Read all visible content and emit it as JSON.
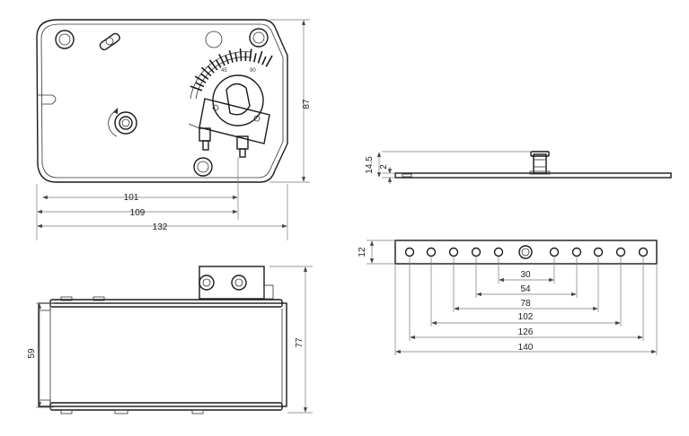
{
  "drawing": {
    "top_view": {
      "dim_101": "101",
      "dim_109": "109",
      "dim_132": "132",
      "dim_87": "87",
      "scale_mark_45": "45",
      "scale_mark_90": "90"
    },
    "side_view": {
      "dim_59": "59",
      "dim_77": "77"
    },
    "bracket_side": {
      "dim_14_5": "14.5",
      "dim_2": "2"
    },
    "bracket_top": {
      "dim_12": "12",
      "dim_30": "30",
      "dim_54": "54",
      "dim_78": "78",
      "dim_102": "102",
      "dim_126": "126",
      "dim_140": "140"
    }
  }
}
